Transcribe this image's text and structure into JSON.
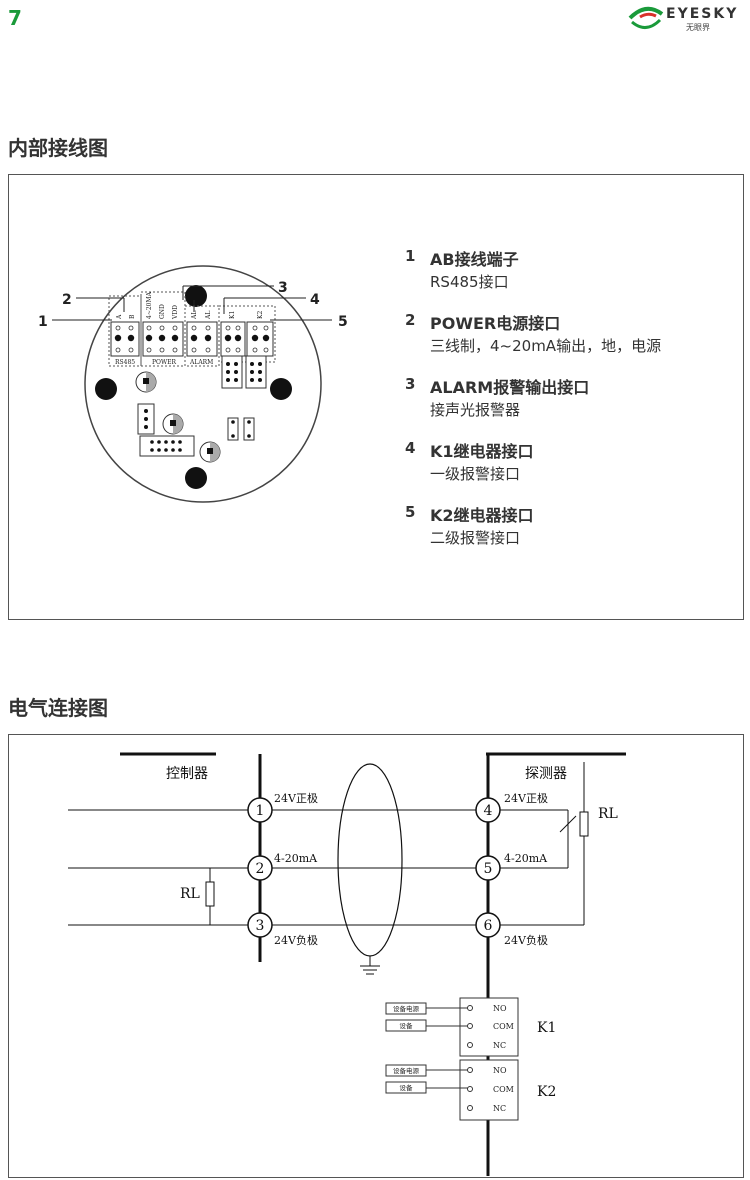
{
  "page_number": "7",
  "brand": {
    "name": "EYESKY",
    "sub": "无眼界"
  },
  "section1": {
    "title": "内部接线图",
    "legend": [
      {
        "num": "1",
        "title": "AB接线端子",
        "desc": "RS485接口"
      },
      {
        "num": "2",
        "title": "POWER电源接口",
        "desc": "三线制，4~20mA输出，地，电源"
      },
      {
        "num": "3",
        "title": "ALARM报警输出接口",
        "desc": "接声光报警器"
      },
      {
        "num": "4",
        "title": "K1继电器接口",
        "desc": "一级报警接口"
      },
      {
        "num": "5",
        "title": "K2继电器接口",
        "desc": "二级报警接口"
      }
    ],
    "board": {
      "callouts": [
        "1",
        "2",
        "3",
        "4",
        "5"
      ],
      "pins": [
        "A",
        "B",
        "4~20MA",
        "GND",
        "VDD",
        "AL",
        "AL",
        "K1",
        "K2"
      ],
      "groups": [
        "RS485",
        "POWER",
        "ALARM"
      ]
    }
  },
  "section2": {
    "title": "电气连接图",
    "diagram": {
      "controller": "控制器",
      "detector": "探测器",
      "terminals_left": [
        "1",
        "2",
        "3"
      ],
      "terminals_right": [
        "4",
        "5",
        "6"
      ],
      "labels_left": [
        "24V正极",
        "4-20mA",
        "24V负极"
      ],
      "labels_right": [
        "24V正极",
        "4-20mA",
        "24V负极"
      ],
      "rl_left": "RL",
      "rl_right": "RL",
      "relays": [
        {
          "name": "K1",
          "contacts": [
            "NO",
            "COM",
            "NC"
          ],
          "inputs": [
            "设备电源",
            "设备"
          ]
        },
        {
          "name": "K2",
          "contacts": [
            "NO",
            "COM",
            "NC"
          ],
          "inputs": [
            "设备电源",
            "设备"
          ]
        }
      ]
    }
  }
}
